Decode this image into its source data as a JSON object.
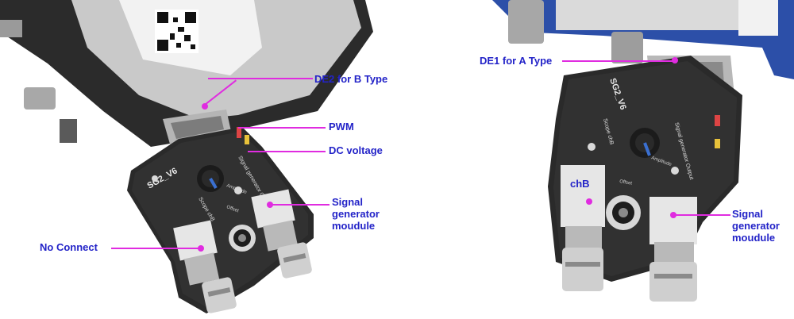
{
  "colors": {
    "label_text": "#2323c8",
    "leader_line": "#e02ce0",
    "background": "#ffffff",
    "scope_case_left": "#2b2b2b",
    "scope_case_right": "#2c4fa8",
    "board": "#2a2a2a",
    "connector_white": "#e6e6e6",
    "metal": "#b9b9b9"
  },
  "labels": {
    "de2": "DE2 for B Type",
    "pwm": "PWM",
    "dc_voltage": "DC voltage",
    "signal_gen_left": "Signal\ngenerator\nmoudule",
    "no_connect": "No Connect",
    "de1": "DE1 for A Type",
    "chb": "chB",
    "signal_gen_right": "Signal\ngenerator\nmoudule"
  },
  "left_board": {
    "model": "SG2_V6",
    "scope_label": "Scope chB",
    "output_label": "Signal generator Output",
    "amplitude_label": "Amplitude",
    "offset_label": "Offset"
  },
  "right_board": {
    "model": "SG2_V6",
    "scope_label": "Scope chB",
    "output_label": "Signal generator Output",
    "amplitude_label": "Amplitude",
    "offset_label": "Offset"
  }
}
